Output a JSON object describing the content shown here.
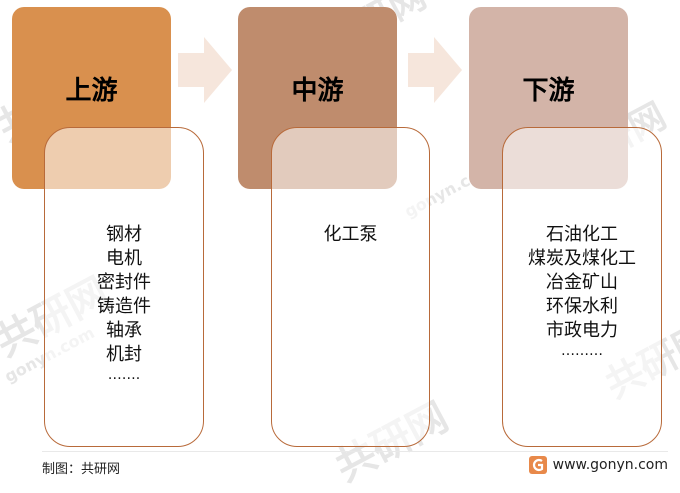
{
  "stages": [
    {
      "title": "上游",
      "color": "#d9904e",
      "items": [
        "钢材",
        "电机",
        "密封件",
        "铸造件",
        "轴承",
        "机封",
        "……."
      ]
    },
    {
      "title": "中游",
      "color": "#bf8c6d",
      "items": [
        "化工泵"
      ]
    },
    {
      "title": "下游",
      "color": "#d3b4a8",
      "items": [
        "石油化工",
        "煤炭及煤化工",
        "冶金矿山",
        "环保水利",
        "市政电力",
        "………"
      ]
    }
  ],
  "arrow_color": "#f6e6dc",
  "border_color": "#b86a3a",
  "watermark": {
    "text": "共研网",
    "domain": "gonyn.com"
  },
  "footer": {
    "source": "制图：共研网",
    "website": "www.gonyn.com"
  }
}
